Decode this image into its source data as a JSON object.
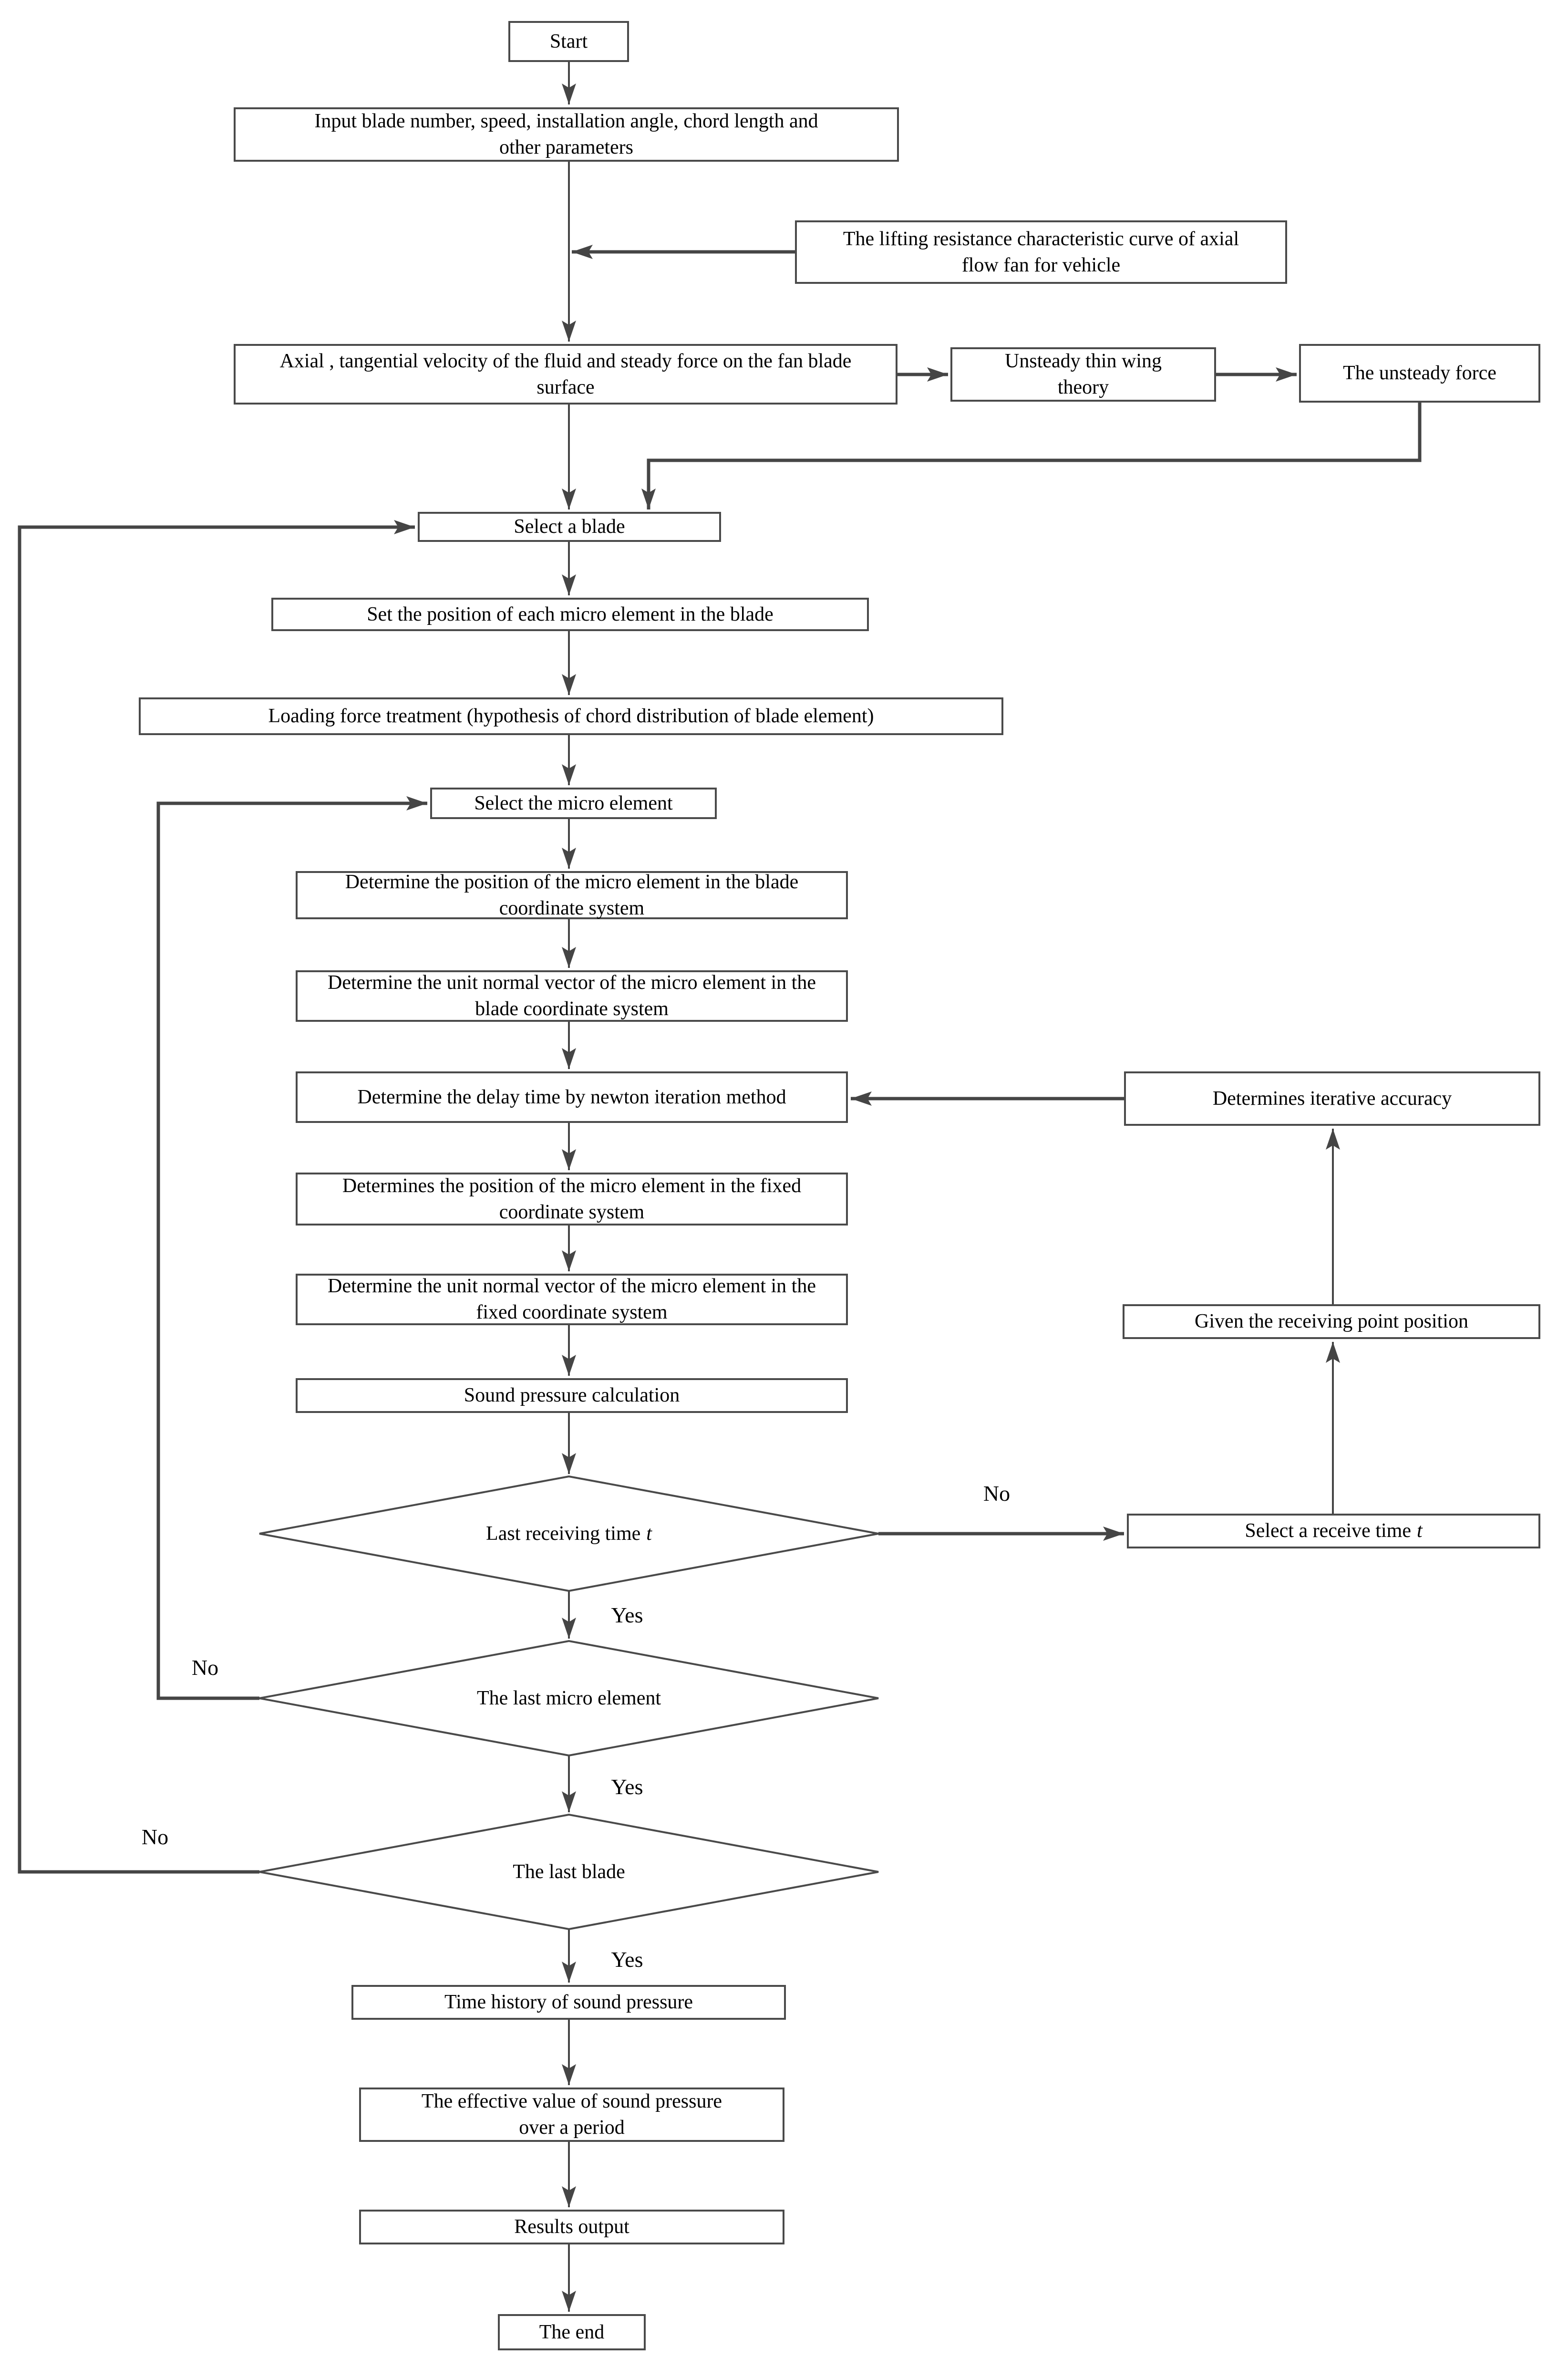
{
  "diagram": {
    "nodes": {
      "start": {
        "label": "Start"
      },
      "input_params": {
        "label": "Input blade number, speed, installation angle, chord length and other parameters"
      },
      "lifting_curve": {
        "label": "The lifting resistance characteristic curve of axial flow fan for vehicle"
      },
      "axial_velocity": {
        "label": "Axial , tangential velocity of the fluid and steady force on the fan blade surface"
      },
      "unsteady_theory": {
        "label": "Unsteady thin wing theory"
      },
      "unsteady_force": {
        "label": "The unsteady force"
      },
      "select_blade": {
        "label": "Select a blade"
      },
      "set_position": {
        "label": "Set the position of each micro element in the blade"
      },
      "loading_force": {
        "label": "Loading force treatment (hypothesis of chord distribution of blade element)"
      },
      "select_micro": {
        "label": "Select the micro element"
      },
      "det_pos_blade": {
        "label": "Determine the position of the micro element in the blade coordinate system"
      },
      "det_norm_blade": {
        "label": "Determine the unit normal vector of the micro element in the blade coordinate system"
      },
      "det_delay": {
        "label": "Determine the delay time by newton iteration method"
      },
      "det_iter_accuracy": {
        "label": "Determines iterative accuracy"
      },
      "det_pos_fixed": {
        "label": "Determines the position of the micro element in the fixed coordinate system"
      },
      "det_norm_fixed": {
        "label": "Determine the unit normal vector of the micro element in the fixed coordinate system"
      },
      "sound_pressure": {
        "label": "Sound pressure calculation"
      },
      "given_receiving_point": {
        "label": "Given the receiving point position"
      },
      "select_receive_time": {
        "label": "Select a receive time",
        "italic_suffix": "t"
      },
      "last_receiving_time": {
        "label": "Last receiving time",
        "italic_suffix": "t"
      },
      "last_micro_element": {
        "label": "The last micro element"
      },
      "last_blade": {
        "label": "The last blade"
      },
      "time_history": {
        "label": "Time history of sound pressure"
      },
      "effective_value": {
        "label": "The effective value of sound pressure over a period"
      },
      "results_output": {
        "label": "Results output"
      },
      "the_end": {
        "label": "The end"
      }
    },
    "edge_labels": {
      "receiving_no": "No",
      "receiving_yes": "Yes",
      "micro_no": "No",
      "micro_yes": "Yes",
      "blade_no": "No",
      "blade_yes": "Yes"
    },
    "colors": {
      "line": "#454545",
      "text": "#000000",
      "background": "#ffffff"
    }
  }
}
